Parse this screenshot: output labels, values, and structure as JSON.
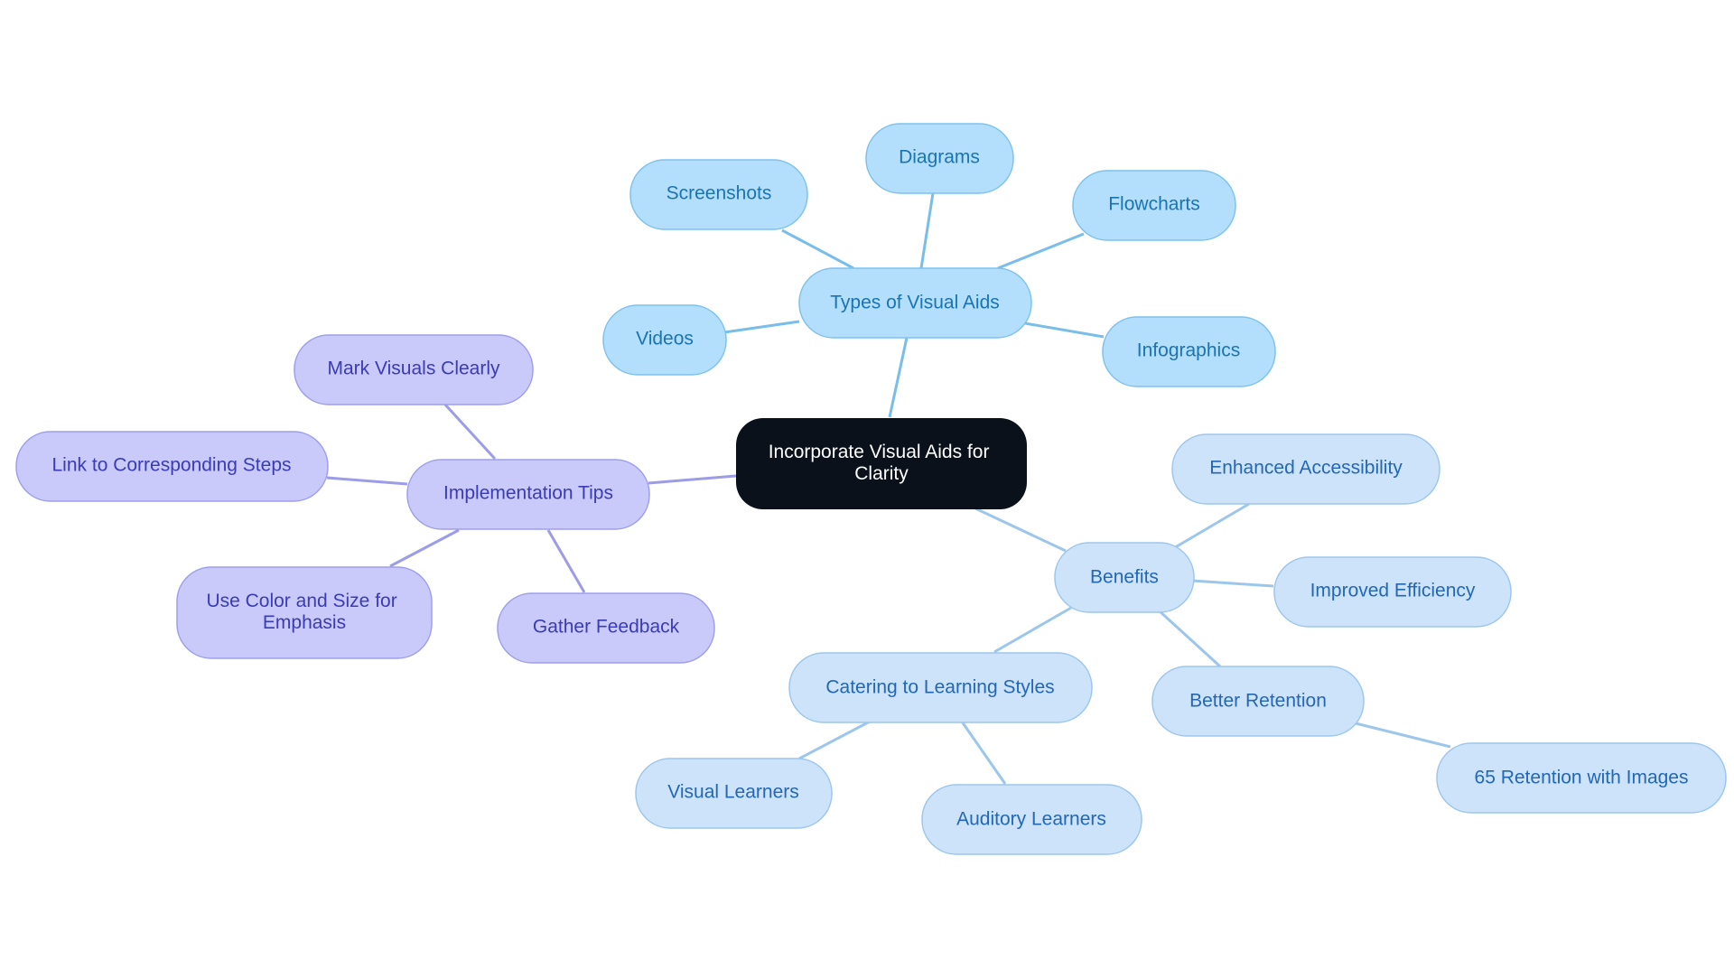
{
  "colors": {
    "root_fill": "#0a111b",
    "root_text": "#ffffff",
    "types_fill": "#b3dffc",
    "types_stroke": "#7cc2ef",
    "types_text": "#1a74b3",
    "types_edge": "#79bde9",
    "benefits_fill": "#cde3fa",
    "benefits_stroke": "#9cc6ee",
    "benefits_text": "#2367b5",
    "benefits_edge": "#9cc6ec",
    "tips_fill": "#c9caf9",
    "tips_stroke": "#9e9ef0",
    "tips_text": "#3a3bb8",
    "tips_edge": "#9c9ce8"
  },
  "nodes": {
    "root": "Incorporate Visual Aids for Clarity",
    "types": "Types of Visual Aids",
    "screenshots": "Screenshots",
    "diagrams": "Diagrams",
    "flowcharts": "Flowcharts",
    "infographics": "Infographics",
    "videos": "Videos",
    "benefits": "Benefits",
    "enhanced_accessibility": "Enhanced Accessibility",
    "improved_efficiency": "Improved Efficiency",
    "better_retention": "Better Retention",
    "retention_images": "65 Retention with Images",
    "learning_styles": "Catering to Learning Styles",
    "visual_learners": "Visual Learners",
    "auditory_learners": "Auditory Learners",
    "tips": "Implementation Tips",
    "mark_visuals": "Mark Visuals Clearly",
    "link_steps": "Link to Corresponding Steps",
    "color_size": "Use Color and Size for Emphasis",
    "gather_feedback": "Gather Feedback"
  }
}
